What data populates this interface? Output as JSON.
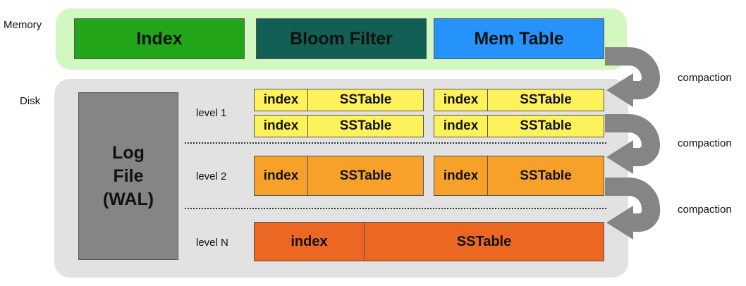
{
  "labels": {
    "memory": "Memory",
    "disk": "Disk"
  },
  "memory": {
    "index": "Index",
    "bloom_filter": "Bloom Filter",
    "mem_table": "Mem Table"
  },
  "log_file": {
    "line1": "Log",
    "line2": "File",
    "line3": "(WAL)"
  },
  "levels": {
    "level1": "level 1",
    "level2": "level 2",
    "levelN": "level N"
  },
  "sstable": {
    "index": "index",
    "table": "SSTable"
  },
  "compaction": [
    "compaction",
    "compaction",
    "compaction"
  ],
  "colors": {
    "memory_region": "#d3f7c0",
    "disk_region": "#e2e2e2",
    "index_box": "#23a51a",
    "bloom_box": "#115f55",
    "memtable_box": "#2593fb",
    "log_file": "#858585",
    "level1": "#fef25b",
    "level2": "#f7a12a",
    "levelN": "#ec6822",
    "arrow": "#858585"
  }
}
